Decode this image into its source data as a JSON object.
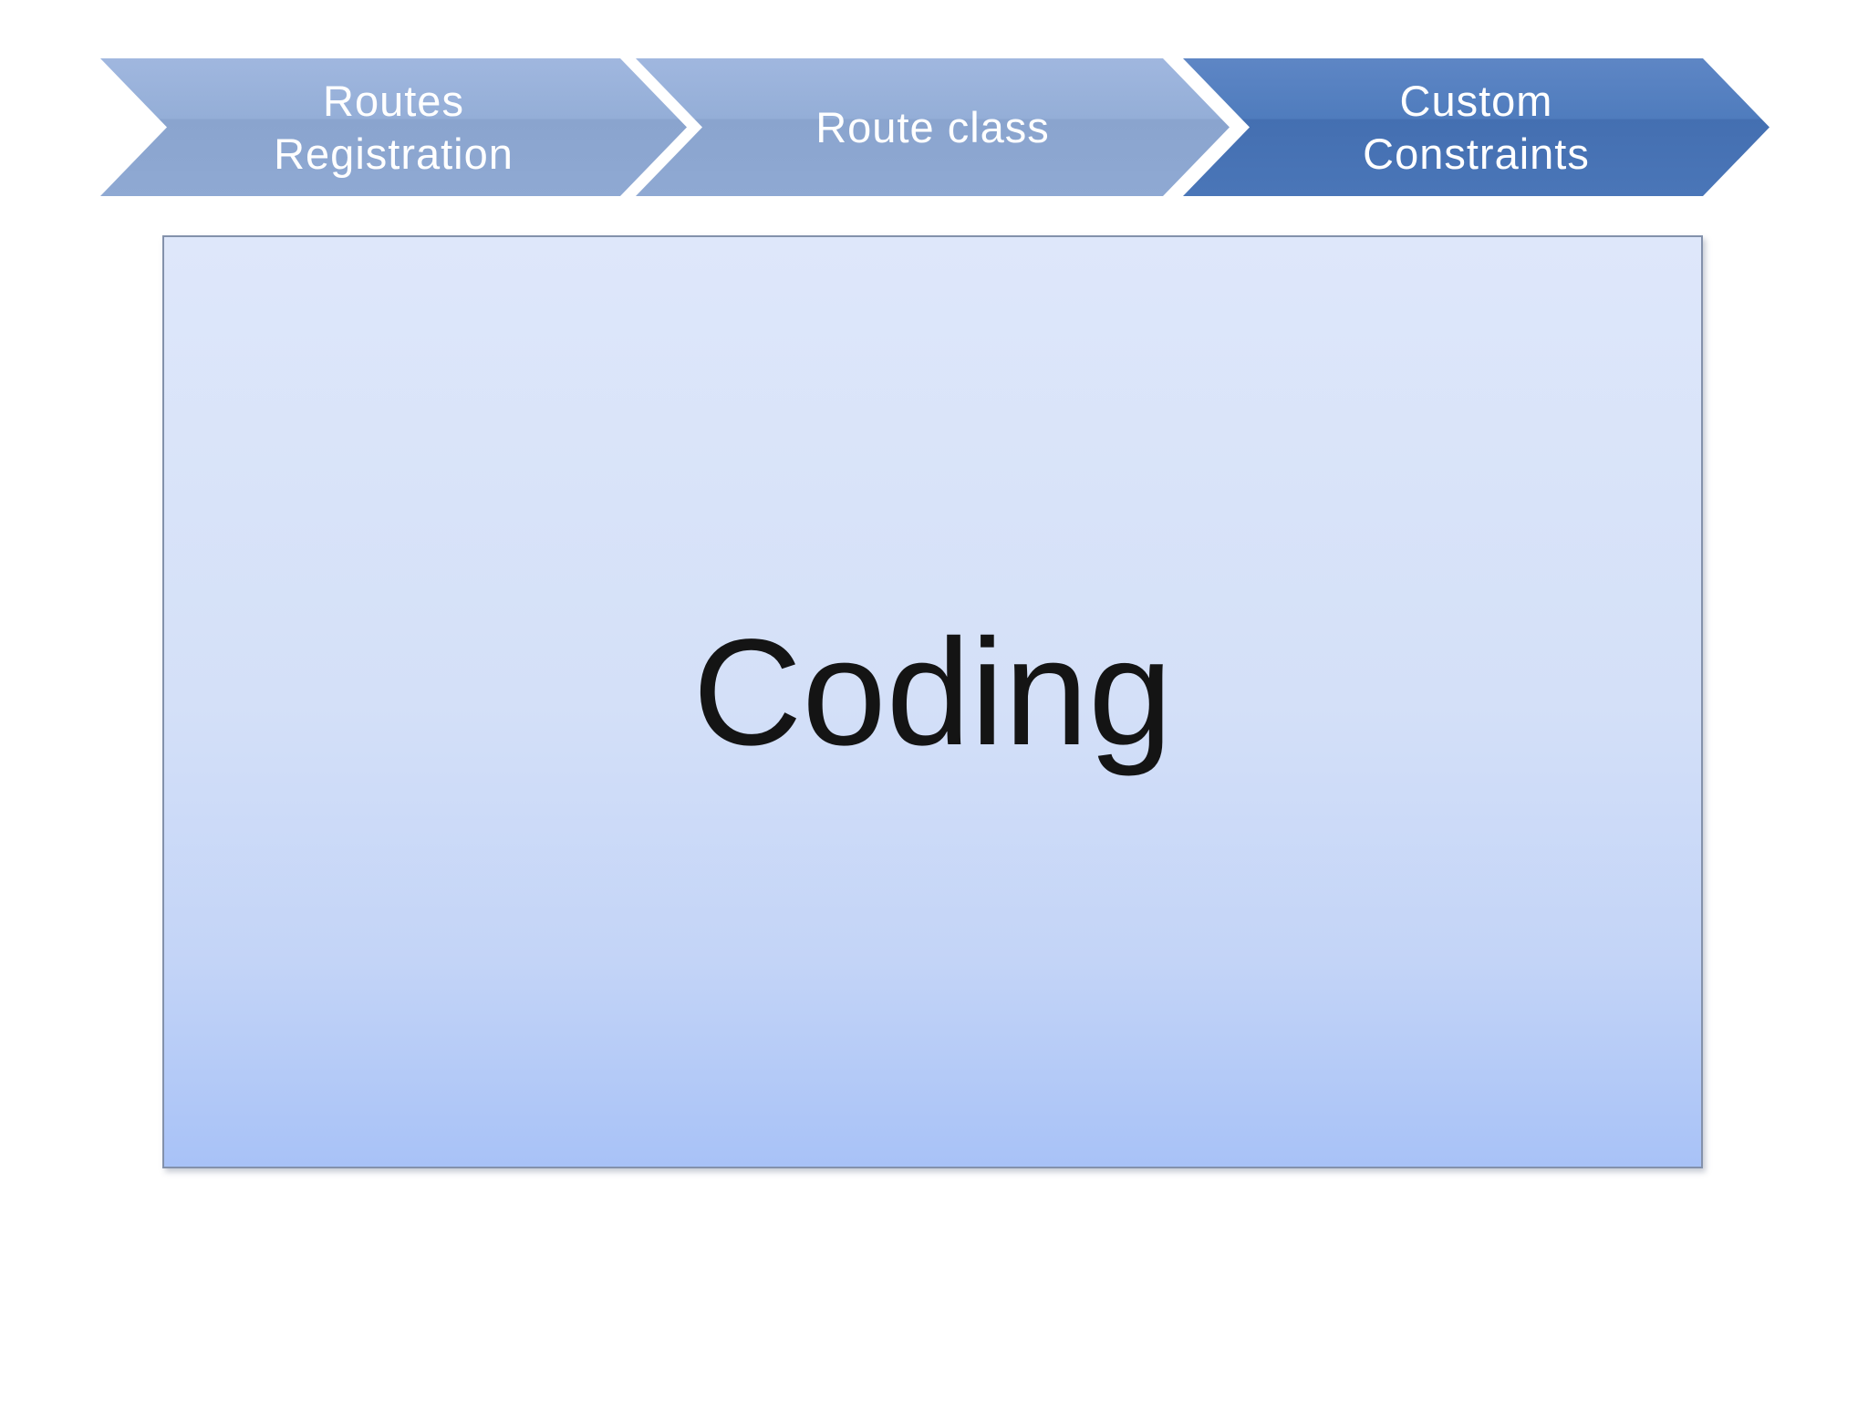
{
  "slide": {
    "title": "Coding"
  },
  "process_flow": {
    "steps": [
      {
        "label": "Routes Registration",
        "lines": [
          "Routes",
          "Registration"
        ],
        "state": "default"
      },
      {
        "label": "Route class",
        "lines": [
          "Route class"
        ],
        "state": "default"
      },
      {
        "label": "Custom Constraints",
        "lines": [
          "Custom",
          "Constraints"
        ],
        "state": "active"
      }
    ]
  },
  "colors": {
    "step_default_fill": "#8fa9d3",
    "step_active_fill": "#4a76b8",
    "step_text": "#ffffff",
    "panel_gradient_top": "#dee7fa",
    "panel_gradient_bottom": "#a8c2f7",
    "panel_border": "#8391ab",
    "title_text": "#141414",
    "background": "#ffffff"
  }
}
